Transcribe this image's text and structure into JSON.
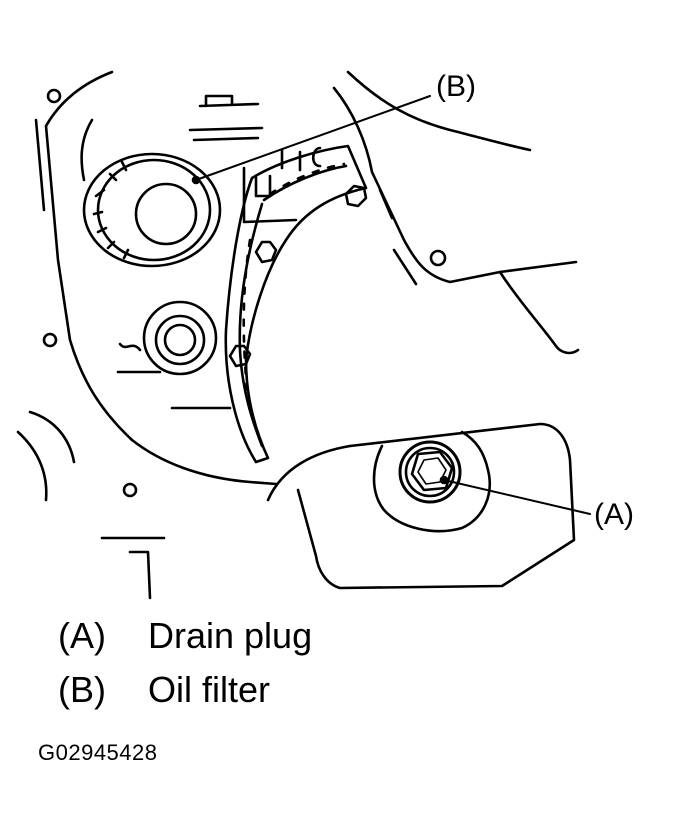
{
  "figure": {
    "callouts": {
      "b": "(B)",
      "a": "(A)"
    },
    "legend": [
      {
        "key": "(A)",
        "label": "Drain plug"
      },
      {
        "key": "(B)",
        "label": "Oil filter"
      }
    ],
    "figure_id": "G02945428"
  },
  "colors": {
    "ink": "#000000",
    "paper": "#ffffff"
  },
  "icons": [
    "oil-filter-icon",
    "drain-plug-icon",
    "bolt-hex-icon"
  ]
}
